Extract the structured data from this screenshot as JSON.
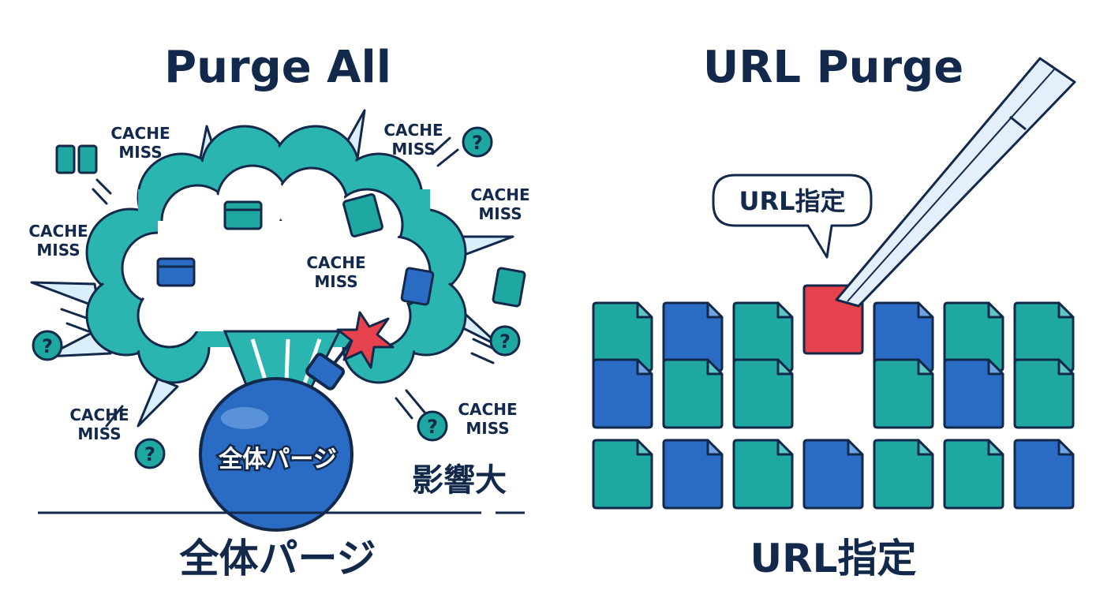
{
  "left": {
    "title": "Purge All",
    "caption": "全体パージ",
    "bomb_label": "全体パージ",
    "impact_label": "影響大",
    "cache_miss_labels": [
      [
        "CACHE",
        "MISS"
      ],
      [
        "CACHE",
        "MISS"
      ],
      [
        "CACHE",
        "MISS"
      ],
      [
        "CACHE",
        "MISS"
      ],
      [
        "CACHE",
        "MISS"
      ],
      [
        "CACHE",
        "MISS"
      ],
      [
        "CACHE",
        "MISS"
      ]
    ],
    "question_mark": "?"
  },
  "right": {
    "title": "URL Purge",
    "caption": "URL指定",
    "bubble_label": "URL指定",
    "grid": {
      "rows": [
        [
          "teal",
          "blue",
          "teal",
          "picked",
          "blue",
          "teal",
          "teal"
        ],
        [
          "blue",
          "teal",
          "teal",
          "empty",
          "teal",
          "blue",
          "teal"
        ],
        [
          "teal",
          "blue",
          "teal",
          "blue",
          "teal",
          "teal",
          "blue"
        ]
      ]
    }
  },
  "colors": {
    "navy": "#13294b",
    "teal": "#1fa7a2",
    "teal_light": "#5cc8c4",
    "blue": "#2a6cc4",
    "blue_light": "#6fa3e3",
    "red": "#e5424d",
    "cloud": "#2bb5b0"
  }
}
